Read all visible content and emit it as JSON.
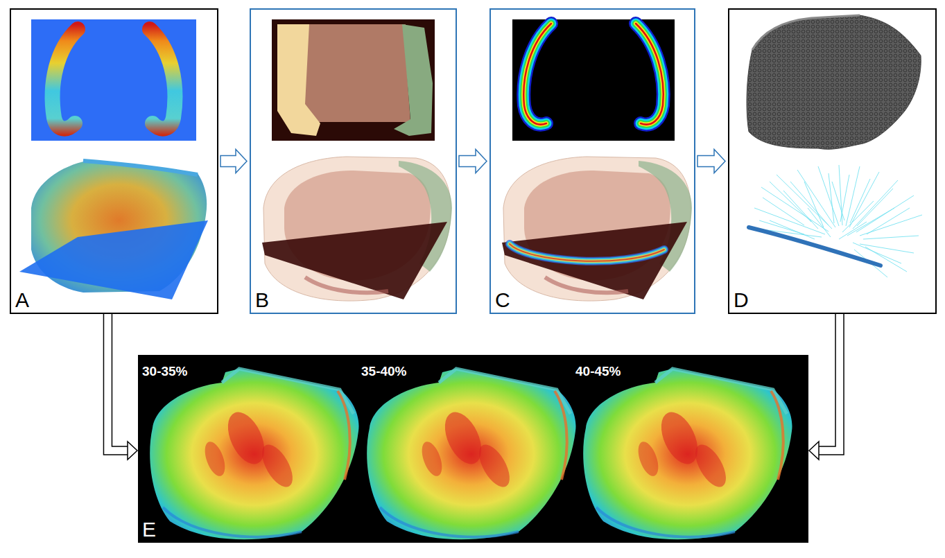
{
  "diagram": {
    "nodes": [
      {
        "text": [
          "A"
        ]
      },
      {
        "text": [
          "B"
        ]
      },
      {
        "text": [
          "C"
        ]
      },
      {
        "text": [
          "D"
        ]
      },
      {
        "text": [
          "30-35%",
          "35-40%",
          "40-45%",
          "E"
        ]
      }
    ],
    "edges": [
      {
        "from": 0,
        "to": 1,
        "arrow": "to"
      },
      {
        "from": 1,
        "to": 2,
        "arrow": "to"
      },
      {
        "from": 2,
        "to": 3,
        "arrow": "to"
      },
      {
        "from": 0,
        "to": 4,
        "arrow": "to"
      },
      {
        "from": 3,
        "to": 4,
        "arrow": "to"
      }
    ]
  }
}
